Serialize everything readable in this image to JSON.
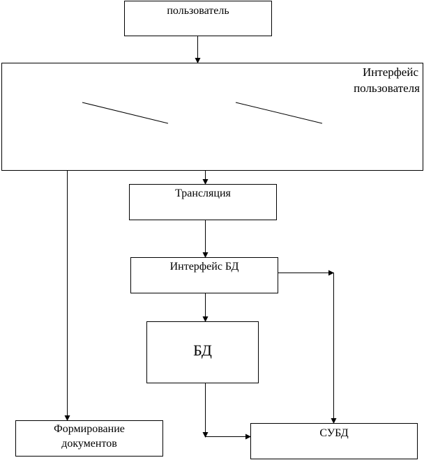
{
  "nodes": {
    "user": "пользователь",
    "user_interface_line1": "Интерфейс",
    "user_interface_line2": "пользователя",
    "translation": "Трансляция",
    "db_interface": "Интерфейс БД",
    "db": "БД",
    "documents_line1": "Формирование",
    "documents_line2": "документов",
    "dbms": "СУБД"
  },
  "colors": {
    "stroke": "#000000",
    "background": "#ffffff"
  }
}
